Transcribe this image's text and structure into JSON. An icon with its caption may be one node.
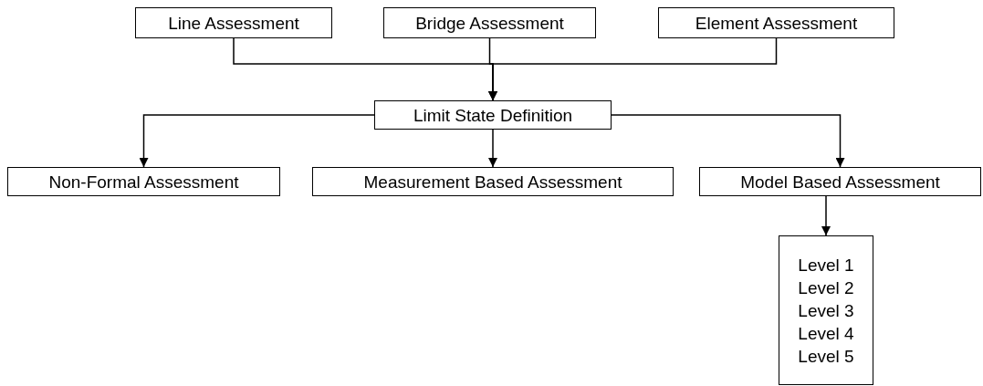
{
  "diagram": {
    "nodes": [
      {
        "text": [
          "Line Assessment"
        ]
      },
      {
        "text": [
          "Bridge Assessment"
        ]
      },
      {
        "text": [
          "Element Assessment"
        ]
      },
      {
        "text": [
          "Limit State Definition"
        ]
      },
      {
        "text": [
          "Non-Formal Assessment"
        ]
      },
      {
        "text": [
          "Measurement Based Assessment"
        ]
      },
      {
        "text": [
          "Model Based Assessment"
        ]
      },
      {
        "text": [
          "Level 1",
          "Level 2",
          "Level 3",
          "Level 4",
          "Level 5"
        ]
      }
    ],
    "edges": [
      {
        "from": 0,
        "to": 3,
        "arrow": "to"
      },
      {
        "from": 1,
        "to": 3,
        "arrow": "to"
      },
      {
        "from": 2,
        "to": 3,
        "arrow": "to"
      },
      {
        "from": 3,
        "to": 4,
        "arrow": "to"
      },
      {
        "from": 3,
        "to": 5,
        "arrow": "to"
      },
      {
        "from": 3,
        "to": 6,
        "arrow": "to"
      },
      {
        "from": 6,
        "to": 7,
        "arrow": "to"
      }
    ]
  }
}
